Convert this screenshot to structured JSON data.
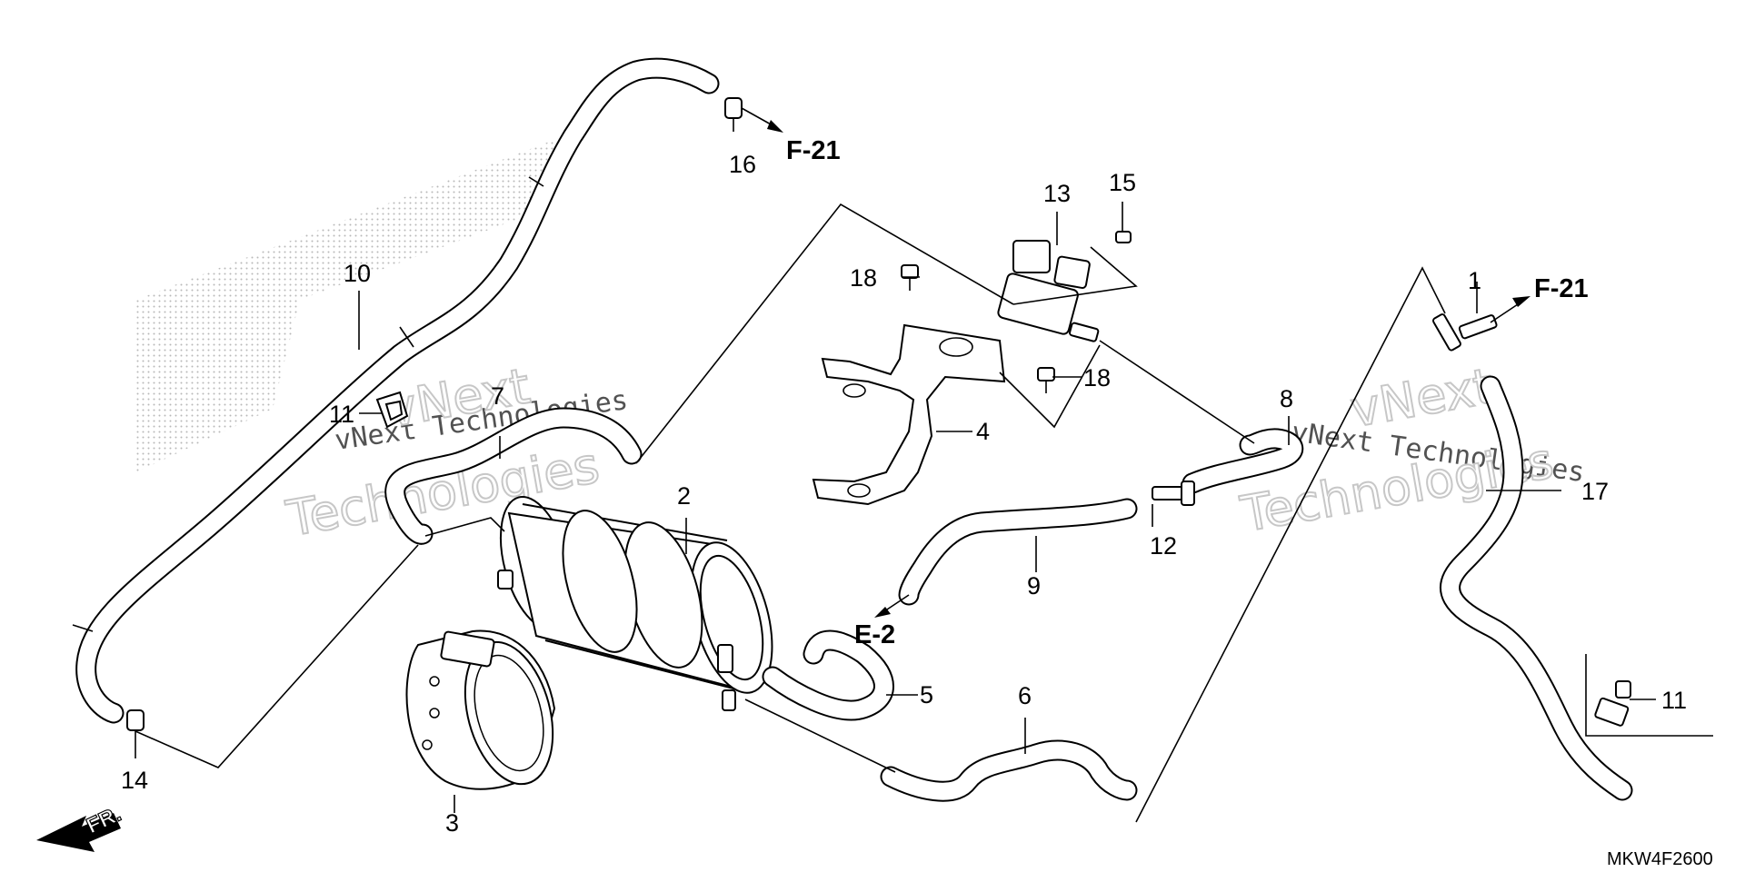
{
  "diagram_code": "MKW4F2600",
  "front_arrow_label": "FR.",
  "watermark": {
    "line1": "vNext Technologies",
    "line2": "Technologies",
    "line3": "vNext"
  },
  "ref_labels": {
    "f21_top": "F-21",
    "f21_right": "F-21",
    "e2": "E-2"
  },
  "part_numbers": {
    "p1": "1",
    "p2": "2",
    "p3": "3",
    "p4": "4",
    "p5": "5",
    "p6": "6",
    "p7": "7",
    "p8": "8",
    "p9": "9",
    "p10": "10",
    "p11a": "11",
    "p11b": "11",
    "p12": "12",
    "p13": "13",
    "p14": "14",
    "p15": "15",
    "p16": "16",
    "p17": "17",
    "p18a": "18",
    "p18b": "18"
  }
}
